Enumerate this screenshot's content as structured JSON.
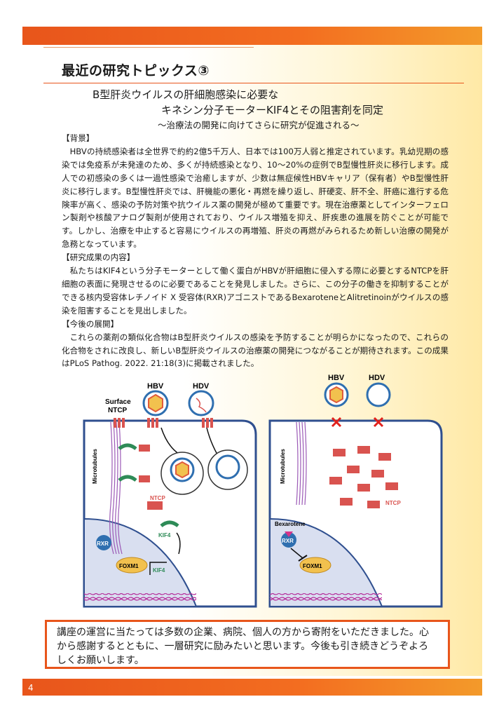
{
  "heading": {
    "title": "最近の研究トピックス③",
    "subtitle_line1": "B型肝炎ウイルスの肝細胞感染に必要な",
    "subtitle_line2": "キネシン分子モーターKIF4とその阻害剤を同定",
    "subtitle_line3": "～治療法の開発に向けてさらに研究が促進される～"
  },
  "sections": [
    {
      "heading": "【背景】",
      "text": "HBVの持続感染者は全世界で約約2億5千万人、日本では100万人弱と推定されています。乳幼児期の感染では免疫系が未発達のため、多くが持続感染となり、10～20%の症例でB型慢性肝炎に移行します。成人での初感染の多くは一過性感染で治癒しますが、少数は無症候性HBVキャリア（保有者）やB型慢性肝炎に移行します。B型慢性肝炎では、肝機能の悪化・再燃を繰り返し、肝硬変、肝不全、肝癌に進行する危険率が高く、感染の予防対策や抗ウイルス薬の開発が極めて重要です。現在治療薬としてインターフェロン製剤や核酸アナログ製剤が使用されており、ウイルス増殖を抑え、肝疾患の進展を防ぐことが可能です。しかし、治療を中止すると容易にウイルスの再増殖、肝炎の再燃がみられるため新しい治療の開発が急務となっています。"
    },
    {
      "heading": "【研究成果の内容】",
      "text": "私たちはKIF4という分子モーターとして働く蛋白がHBVが肝細胞に侵入する際に必要とするNTCPを肝細胞の表面に発現させるのに必要であることを発見しました。さらに、この分子の働きを抑制することができる核内受容体レチノイド X 受容体(RXR)アゴニストであるBexaroteneとAlitretinoinがウイルスの感染を阻害することを見出しました。"
    },
    {
      "heading": "【今後の展開】",
      "text": "これらの薬剤の類似化合物はB型肝炎ウイルスの感染を予防することが明らかになったので、これらの化合物をされに改良し、新しいB型肝炎ウイルスの治療薬の開発につながることが期待されます。この成果はPLoS Pathog. 2022. 21:18(3)に掲載されました。"
    }
  ],
  "diagram": {
    "surface_ntcp": "Surface",
    "surface_ntcp2": "NTCP",
    "hbv": "HBV",
    "hdv": "HDV",
    "microtubules": "Microtubules",
    "ntcp": "NTCP",
    "kif4": "KIF4",
    "rxr": "RXR",
    "foxm1": "FOXM1",
    "bexarotene": "Bexarotene"
  },
  "notice": "講座の運営に当たっては多数の企業、病院、個人の方から寄附をいただきました。心から感謝するとともに、一層研究に励みたいと思います。今後も引き続きどうぞよろしくお願いします。",
  "page_number": "4",
  "colors": {
    "accent": "#e8551b",
    "cell_border": "#2f4f8f",
    "nucleus": "#d9dff0",
    "ntcp": "#d9534f",
    "block_x": "#e0201b"
  }
}
